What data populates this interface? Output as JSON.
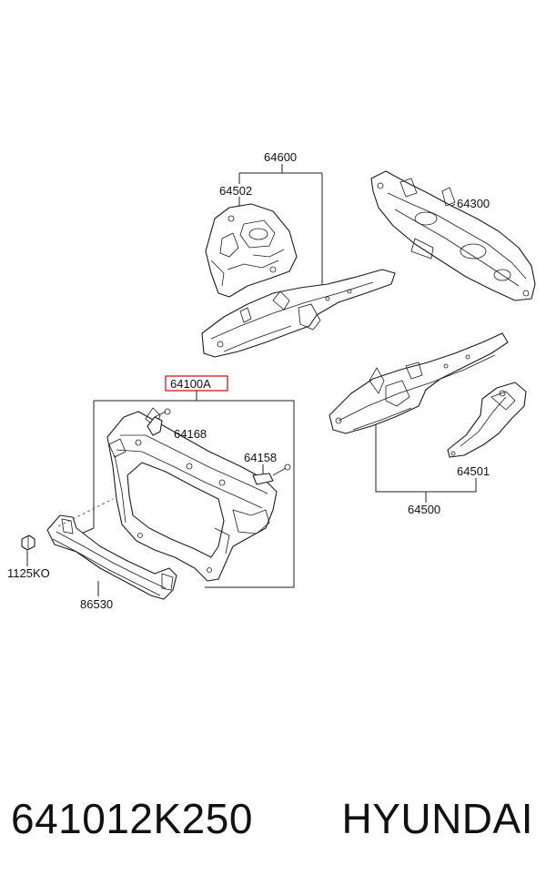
{
  "labels": {
    "l64600": "64600",
    "l64502": "64502",
    "l64300": "64300",
    "l64100A": "64100A",
    "l64168": "64168",
    "l64158": "64158",
    "l64501": "64501",
    "l64500": "64500",
    "l1125KO": "1125KO",
    "l86530": "86530"
  },
  "highlight_color": "#d62828",
  "footer": {
    "part_number": "641012K250",
    "brand": "HYUNDAI"
  }
}
